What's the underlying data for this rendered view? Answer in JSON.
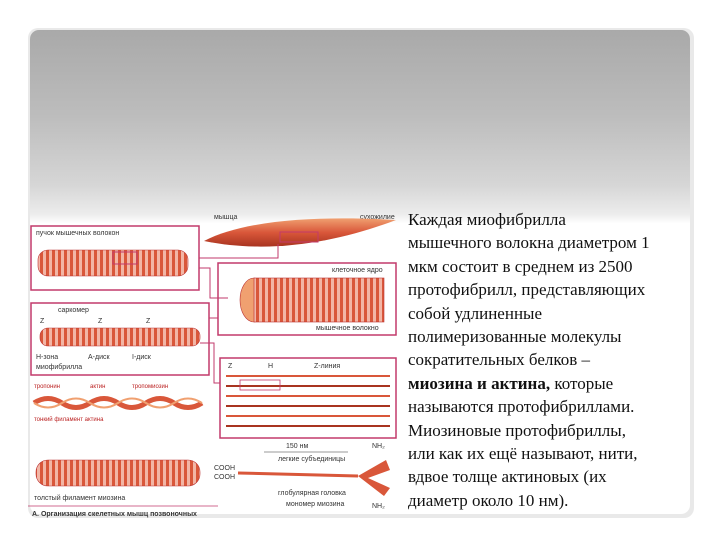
{
  "text": {
    "line1": "Каждая миофибрилла",
    "line2": "мышечного волокна диаметром 1",
    "line3": "мкм состоит в среднем из 2500",
    "line4": "протофибрилл, представляющих",
    "line5": "собой удлиненные",
    "line6": "полимеризованные молекулы",
    "line7": "сократительных белков –",
    "line8_bold": "миозина и актина,",
    "line8_rest": " которые",
    "line9": "называются протофибриллами.",
    "line10": "Миозиновые протофибриллы,",
    "line11": "или как их ещё называют, нити,",
    "line12": "вдвое толще актиновых (их",
    "line13": "диаметр около 10 нм)."
  },
  "figure": {
    "muscle": "мышца",
    "tendon": "сухожилие",
    "bundle": "пучок мышечных волокон",
    "nucleus": "клеточное ядро",
    "fiber": "мышечное волокно",
    "sarcomere": "саркомер",
    "z1": "Z",
    "z2": "Z",
    "z3": "Z",
    "h_zone": "Н-зона",
    "a_disk": "А-диск",
    "i_disk": "I-диск",
    "myofibril": "миофибрилла",
    "zz": "Z",
    "hh": "H",
    "zline": "Z-линия",
    "troponin": "тропонин",
    "actin": "актин",
    "tropomyosin": "тропомиозин",
    "thin": "тонкий филамент актина",
    "nm150": "150 нм",
    "light": "легкие субъединицы",
    "head": "глобулярная головка",
    "monomer": "мономер миозина",
    "nh2_1": "NH₂",
    "nh2_2": "NH₂",
    "cooh1": "COOH",
    "cooh2": "COOH",
    "thick": "толстый филамент миозина",
    "caption": "А. Организация скелетных мышц позвоночных"
  },
  "colors": {
    "muscle": "#d9573a",
    "muscle_light": "#f0a070",
    "frame": "#c23a6b",
    "pink_band": "#f2b6a6"
  }
}
